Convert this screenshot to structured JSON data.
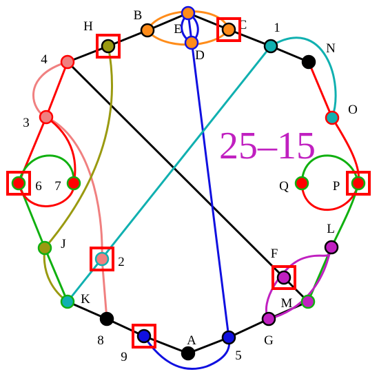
{
  "score": {
    "text": "25–15",
    "color": "#c020c0"
  },
  "colors": {
    "black": "#000000",
    "red": "#ff0000",
    "pink": "#f08080",
    "olive": "#9a9a10",
    "orange": "#ff8c1a",
    "blue": "#1010e0",
    "teal": "#10b0b0",
    "green": "#10b010",
    "magenta": "#c020c0",
    "box": "#ff0000"
  },
  "nodes": [
    {
      "id": "B",
      "label": "B",
      "fill": "#ff8c1a",
      "stroke": "#000000"
    },
    {
      "id": "E",
      "label": "E",
      "fill": "#ff8c1a",
      "stroke": "#1010e0"
    },
    {
      "id": "D",
      "label": "D",
      "fill": "#ff8c1a",
      "stroke": "#1010e0"
    },
    {
      "id": "C",
      "label": "C",
      "fill": "#ff8c1a",
      "stroke": "#000000"
    },
    {
      "id": "H",
      "label": "H",
      "fill": "#9a9a10",
      "stroke": "#000000"
    },
    {
      "id": "1",
      "label": "1",
      "fill": "#10b0b0",
      "stroke": "#000000"
    },
    {
      "id": "N",
      "label": "N",
      "fill": "#000000",
      "stroke": "#000000"
    },
    {
      "id": "4",
      "label": "4",
      "fill": "#f08080",
      "stroke": "#ff0000"
    },
    {
      "id": "O",
      "label": "O",
      "fill": "#10b0b0",
      "stroke": "#ff0000"
    },
    {
      "id": "3",
      "label": "3",
      "fill": "#f08080",
      "stroke": "#ff0000"
    },
    {
      "id": "6",
      "label": "6",
      "fill": "#ff0000",
      "stroke": "#10b010"
    },
    {
      "id": "7",
      "label": "7",
      "fill": "#ff0000",
      "stroke": "#10b010"
    },
    {
      "id": "Q",
      "label": "Q",
      "fill": "#ff0000",
      "stroke": "#10b010"
    },
    {
      "id": "P",
      "label": "P",
      "fill": "#ff0000",
      "stroke": "#10b010"
    },
    {
      "id": "L",
      "label": "L",
      "fill": "#c020c0",
      "stroke": "#000000"
    },
    {
      "id": "J",
      "label": "J",
      "fill": "#9a9a10",
      "stroke": "#10b010"
    },
    {
      "id": "2",
      "label": "2",
      "fill": "#f08080",
      "stroke": "#10b0b0"
    },
    {
      "id": "F",
      "label": "F",
      "fill": "#c020c0",
      "stroke": "#000000"
    },
    {
      "id": "K",
      "label": "K",
      "fill": "#10b0b0",
      "stroke": "#10b010"
    },
    {
      "id": "M",
      "label": "M",
      "fill": "#c020c0",
      "stroke": "#10b010"
    },
    {
      "id": "8",
      "label": "8",
      "fill": "#000000",
      "stroke": "#000000"
    },
    {
      "id": "G",
      "label": "G",
      "fill": "#c020c0",
      "stroke": "#000000"
    },
    {
      "id": "9",
      "label": "9",
      "fill": "#1010e0",
      "stroke": "#000000"
    },
    {
      "id": "A",
      "label": "A",
      "fill": "#000000",
      "stroke": "#000000"
    },
    {
      "id": "5",
      "label": "5",
      "fill": "#1010e0",
      "stroke": "#000000"
    }
  ],
  "boxed": [
    "H",
    "C",
    "6",
    "P",
    "2",
    "F",
    "9"
  ],
  "edges": [
    {
      "from": "H",
      "to": "B",
      "color": "black"
    },
    {
      "from": "B",
      "to": "E",
      "color": "black"
    },
    {
      "from": "E",
      "to": "C",
      "color": "black"
    },
    {
      "from": "C",
      "to": "1",
      "color": "black"
    },
    {
      "from": "1",
      "to": "N",
      "color": "black"
    },
    {
      "from": "H",
      "to": "4",
      "color": "black"
    },
    {
      "from": "4",
      "to": "F",
      "color": "black"
    },
    {
      "from": "F",
      "to": "M",
      "color": "black"
    },
    {
      "from": "K",
      "to": "8",
      "color": "black"
    },
    {
      "from": "8",
      "to": "9",
      "color": "black"
    },
    {
      "from": "9",
      "to": "A",
      "color": "black"
    },
    {
      "from": "A",
      "to": "5",
      "color": "black"
    },
    {
      "from": "5",
      "to": "G",
      "color": "black"
    },
    {
      "from": "G",
      "to": "M",
      "color": "black"
    },
    {
      "from": "M",
      "to": "L",
      "color": "green"
    },
    {
      "from": "N",
      "to": "O",
      "color": "red"
    },
    {
      "from": "4",
      "to": "3",
      "color": "red"
    },
    {
      "from": "3",
      "to": "6",
      "color": "red"
    },
    {
      "from": "6",
      "to": "J",
      "color": "green"
    },
    {
      "from": "J",
      "to": "K",
      "color": "green"
    },
    {
      "from": "E",
      "to": "5",
      "color": "blue"
    },
    {
      "from": "1",
      "to": "K",
      "color": "teal"
    },
    {
      "from": "2",
      "to": "8",
      "color": "pink"
    }
  ]
}
